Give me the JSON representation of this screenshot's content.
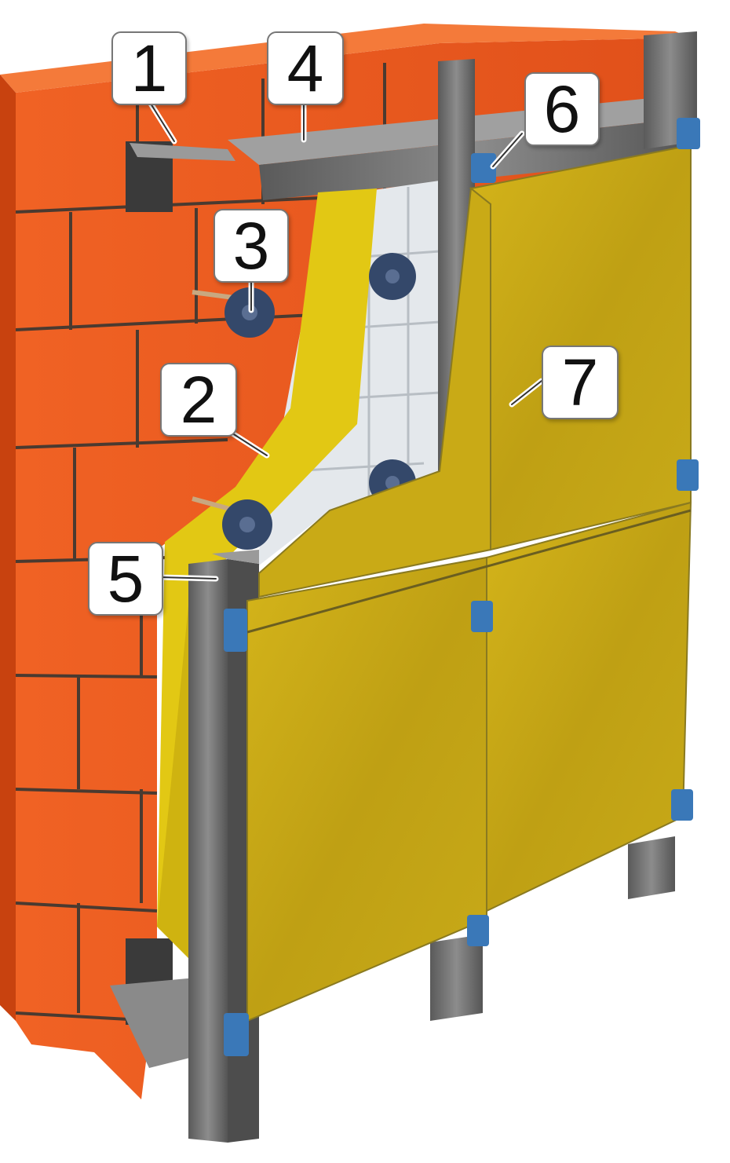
{
  "callouts": {
    "c1": "1",
    "c2": "2",
    "c3": "3",
    "c4": "4",
    "c5": "5",
    "c6": "6",
    "c7": "7"
  },
  "colors": {
    "brick": "#e8551c",
    "brick_dark": "#c8420f",
    "mortar": "#4a3a30",
    "insulation": "#e2c814",
    "panel": "#c4a614",
    "metal": "#7a7a7a",
    "metal_dark": "#4d4d4d",
    "clamp": "#3a78b8",
    "membrane": "#e4e8ec",
    "dowel": "#34486a"
  }
}
